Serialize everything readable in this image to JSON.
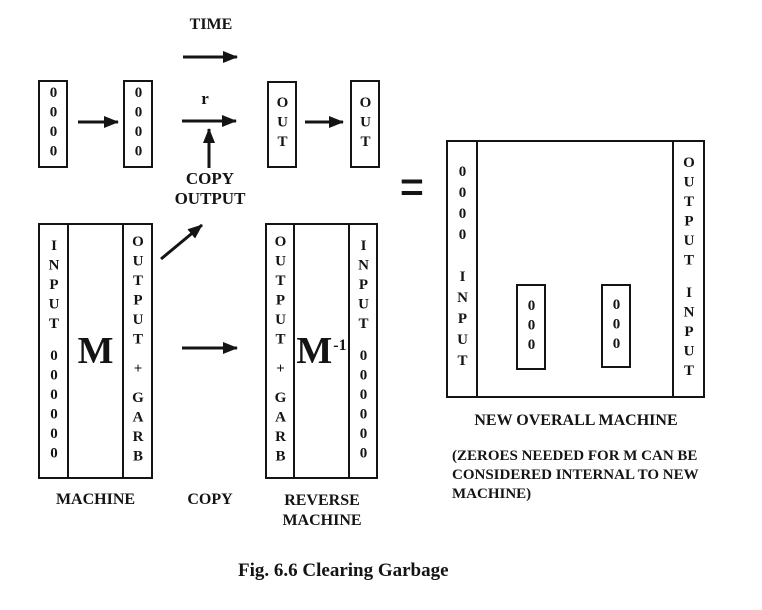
{
  "colors": {
    "ink": "#141414",
    "background": "#ffffff"
  },
  "top": {
    "time_label": "TIME",
    "rate_label": "r",
    "copy_line1": "COPY",
    "copy_line2": "OUTPUT",
    "zeros_box_1": "0000",
    "zeros_box_2": "0000",
    "out_box_1": "OUT",
    "out_box_2": "OUT"
  },
  "machine": {
    "input_top": "INPUT",
    "input_zeros": "000000",
    "core": "M",
    "out_seg1": "OUTPUT",
    "out_seg2": "+",
    "out_seg3": "GARB",
    "label": "MACHINE"
  },
  "copy_label": "COPY",
  "reverse": {
    "out_seg1": "OUTPUT",
    "out_seg2": "+",
    "out_seg3": "GARB",
    "core_base": "M",
    "core_exp": "-1",
    "input_top": "INPUT",
    "input_zeros": "000000",
    "label_line1": "REVERSE",
    "label_line2": "MACHINE"
  },
  "equals": "=",
  "new_machine": {
    "left_zeros": "0000",
    "left_label": "INPUT",
    "inner_box_1": "000",
    "inner_box_2": "000",
    "right_top": "OUTPUT",
    "right_bottom": "INPUT",
    "label": "NEW OVERALL MACHINE",
    "note": "(ZEROES NEEDED FOR M CAN BE CONSIDERED INTERNAL TO NEW MACHINE)"
  },
  "caption": "Fig. 6.6 Clearing Garbage"
}
